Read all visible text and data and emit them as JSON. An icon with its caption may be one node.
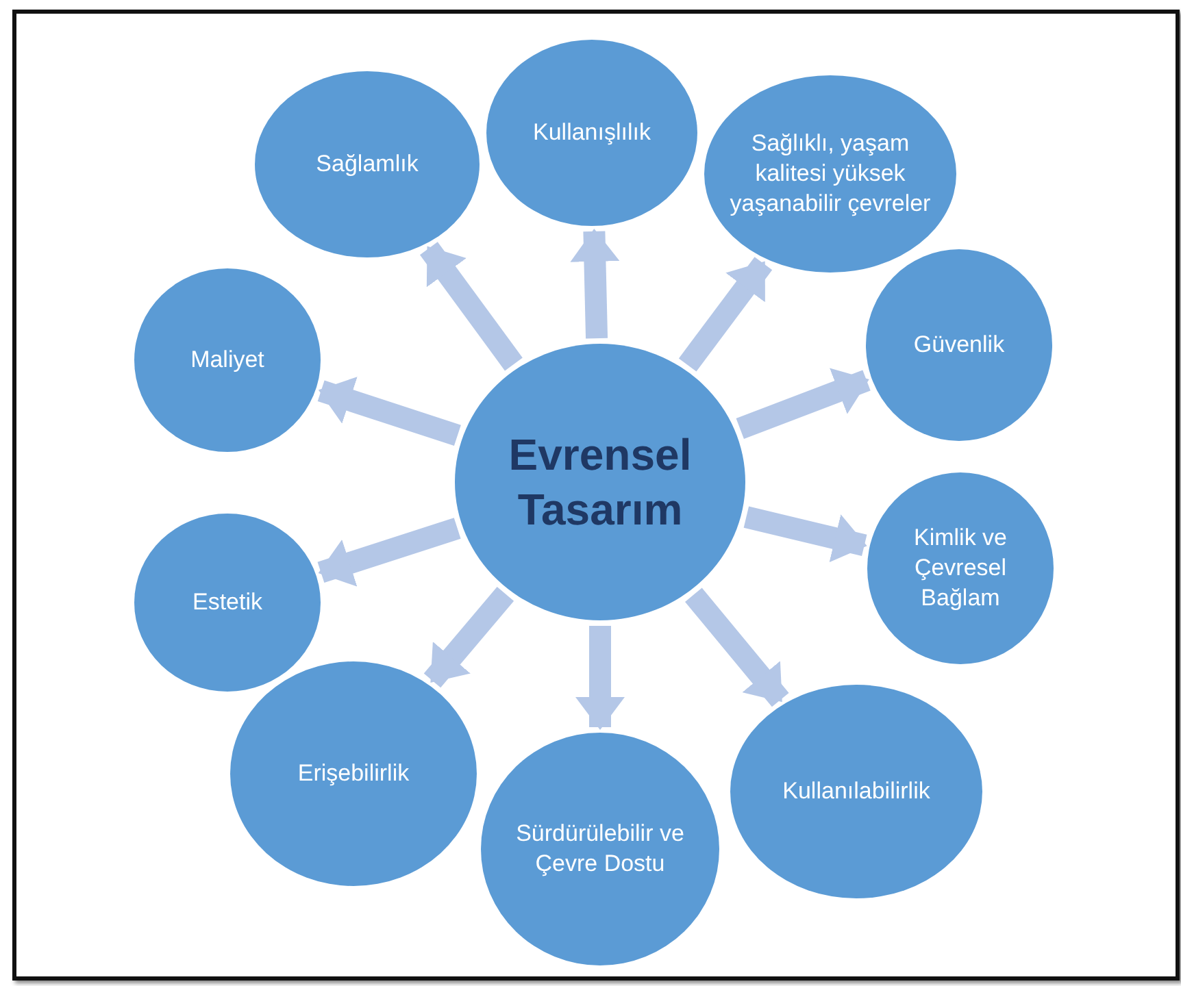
{
  "diagram": {
    "nodes": [
      {
        "text": [
          "Evrensel Tasarım"
        ]
      },
      {
        "text": [
          "Kullanışlılık"
        ]
      },
      {
        "text": [
          "Sağlıklı, yaşam kalitesi yüksek yaşanabilir çevreler"
        ]
      },
      {
        "text": [
          "Güvenlik"
        ]
      },
      {
        "text": [
          "Kimlik ve Çevresel Bağlam"
        ]
      },
      {
        "text": [
          "Kullanılabilirlik"
        ]
      },
      {
        "text": [
          "Sürdürülebilir ve Çevre Dostu"
        ]
      },
      {
        "text": [
          "Erişebilirlik"
        ]
      },
      {
        "text": [
          "Estetik"
        ]
      },
      {
        "text": [
          "Maliyet"
        ]
      },
      {
        "text": [
          "Sağlamlık"
        ]
      }
    ],
    "edges": [
      {
        "from": 0,
        "to": 1,
        "arrow": "to"
      },
      {
        "from": 0,
        "to": 2,
        "arrow": "to"
      },
      {
        "from": 0,
        "to": 3,
        "arrow": "to"
      },
      {
        "from": 0,
        "to": 4,
        "arrow": "to"
      },
      {
        "from": 0,
        "to": 5,
        "arrow": "to"
      },
      {
        "from": 0,
        "to": 6,
        "arrow": "to"
      },
      {
        "from": 0,
        "to": 7,
        "arrow": "to"
      },
      {
        "from": 0,
        "to": 8,
        "arrow": "to"
      },
      {
        "from": 0,
        "to": 9,
        "arrow": "to"
      },
      {
        "from": 0,
        "to": 10,
        "arrow": "to"
      }
    ]
  }
}
